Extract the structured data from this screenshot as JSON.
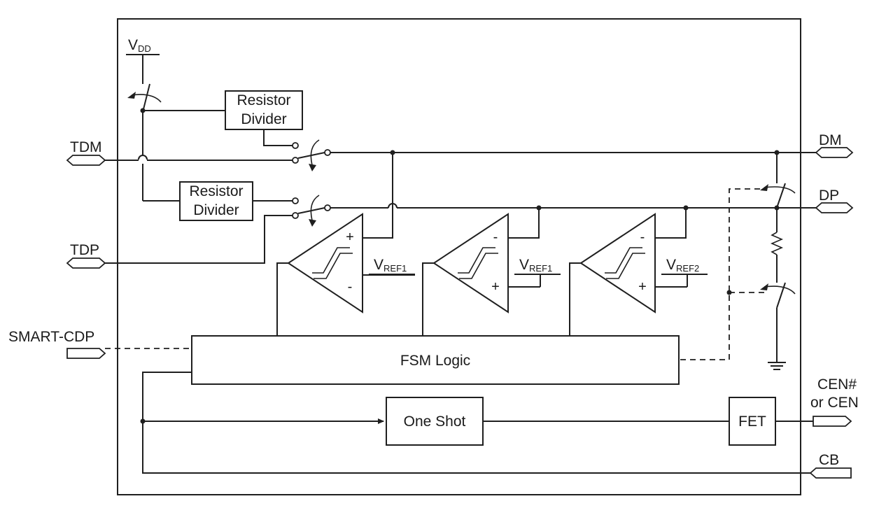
{
  "pins": {
    "vdd": "V",
    "vdd_sub": "DD",
    "tdm": "TDM",
    "tdp": "TDP",
    "smart_cdp": "SMART-CDP",
    "dm": "DM",
    "dp": "DP",
    "cen_line1": "CEN#",
    "cen_line2": "or CEN",
    "cb": "CB"
  },
  "blocks": {
    "resistor_divider_line1": "Resistor",
    "resistor_divider_line2": "Divider",
    "fsm_logic": "FSM Logic",
    "one_shot": "One Shot",
    "fet": "FET"
  },
  "comparators": [
    {
      "top_sign": "+",
      "bottom_sign": "-",
      "ref": "V",
      "ref_sub": "REF1"
    },
    {
      "top_sign": "-",
      "bottom_sign": "+",
      "ref": "V",
      "ref_sub": "REF1"
    },
    {
      "top_sign": "-",
      "bottom_sign": "+",
      "ref": "V",
      "ref_sub": "REF2"
    }
  ]
}
